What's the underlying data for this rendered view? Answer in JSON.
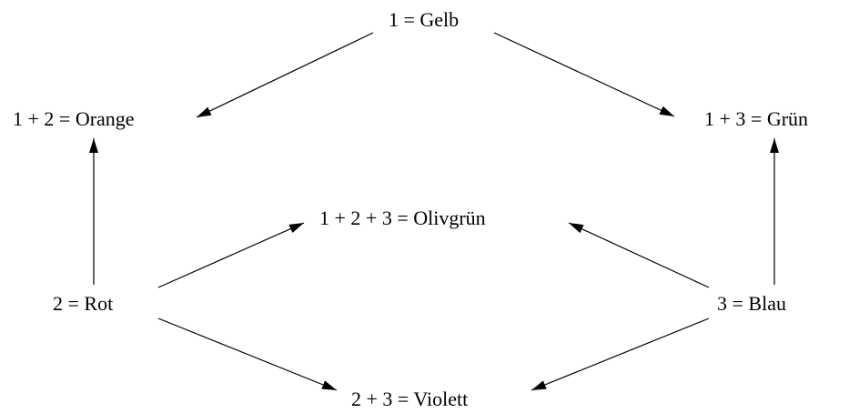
{
  "diagram": {
    "nodes": {
      "gelb": "1 = Gelb",
      "orange": "1 + 2 = Orange",
      "gruen": "1 + 3 = Grün",
      "olivgruen": "1 + 2 + 3 = Olivgrün",
      "rot": "2 = Rot",
      "blau": "3 = Blau",
      "violett": "2 + 3 = Violett"
    },
    "edges": [
      {
        "from": "gelb",
        "to": "orange"
      },
      {
        "from": "gelb",
        "to": "gruen"
      },
      {
        "from": "rot",
        "to": "orange"
      },
      {
        "from": "blau",
        "to": "gruen"
      },
      {
        "from": "rot",
        "to": "olivgruen"
      },
      {
        "from": "blau",
        "to": "olivgruen"
      },
      {
        "from": "rot",
        "to": "violett"
      },
      {
        "from": "blau",
        "to": "violett"
      }
    ],
    "line_color": "#000000"
  }
}
